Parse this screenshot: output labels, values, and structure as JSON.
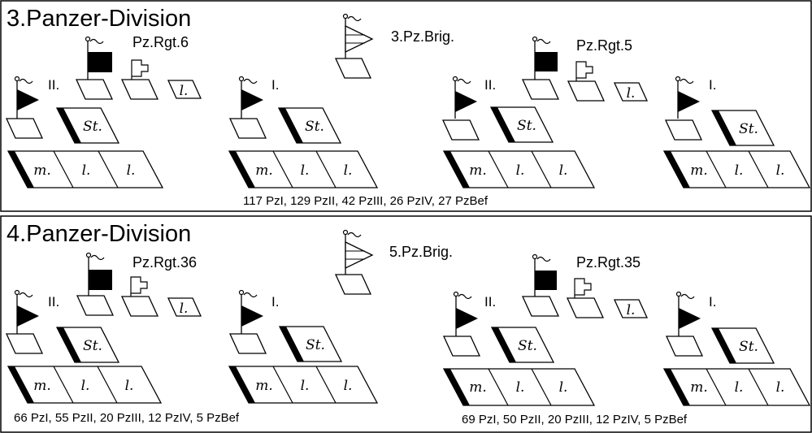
{
  "divisions": [
    {
      "title": "3.Panzer-Division",
      "brigade": "3.Pz.Brig.",
      "regiments": [
        {
          "name": "Pz.Rgt.6",
          "staff_company": "l.",
          "battalions": [
            {
              "numeral": "II.",
              "staff": "St.",
              "companies": [
                "m.",
                "l.",
                "l."
              ]
            },
            {
              "numeral": "I.",
              "staff": "St.",
              "companies": [
                "m.",
                "l.",
                "l."
              ]
            }
          ]
        },
        {
          "name": "Pz.Rgt.5",
          "staff_company": "l.",
          "battalions": [
            {
              "numeral": "II.",
              "staff": "St.",
              "companies": [
                "m.",
                "l.",
                "l."
              ]
            },
            {
              "numeral": "I.",
              "staff": "St.",
              "companies": [
                "m.",
                "l.",
                "l."
              ]
            }
          ]
        }
      ],
      "summary": "117 PzI, 129 PzII, 42 PzIII, 26 PzIV, 27 PzBef"
    },
    {
      "title": "4.Panzer-Division",
      "brigade": "5.Pz.Brig.",
      "regiments": [
        {
          "name": "Pz.Rgt.36",
          "staff_company": "l.",
          "battalions": [
            {
              "numeral": "II.",
              "staff": "St.",
              "companies": [
                "m.",
                "l.",
                "l."
              ]
            },
            {
              "numeral": "I.",
              "staff": "St.",
              "companies": [
                "m.",
                "l.",
                "l."
              ]
            }
          ]
        },
        {
          "name": "Pz.Rgt.35",
          "staff_company": "l.",
          "battalions": [
            {
              "numeral": "II.",
              "staff": "St.",
              "companies": [
                "m.",
                "l.",
                "l."
              ]
            },
            {
              "numeral": "I.",
              "staff": "St.",
              "companies": [
                "m.",
                "l.",
                "l."
              ]
            }
          ]
        }
      ],
      "summary_parts": [
        "66 PzI, 55 PzII, 20 PzIII, 12 PzIV, 5 PzBef",
        "69 PzI, 50 PzII, 20 PzIII, 12 PzIV, 5 PzBef"
      ]
    }
  ]
}
